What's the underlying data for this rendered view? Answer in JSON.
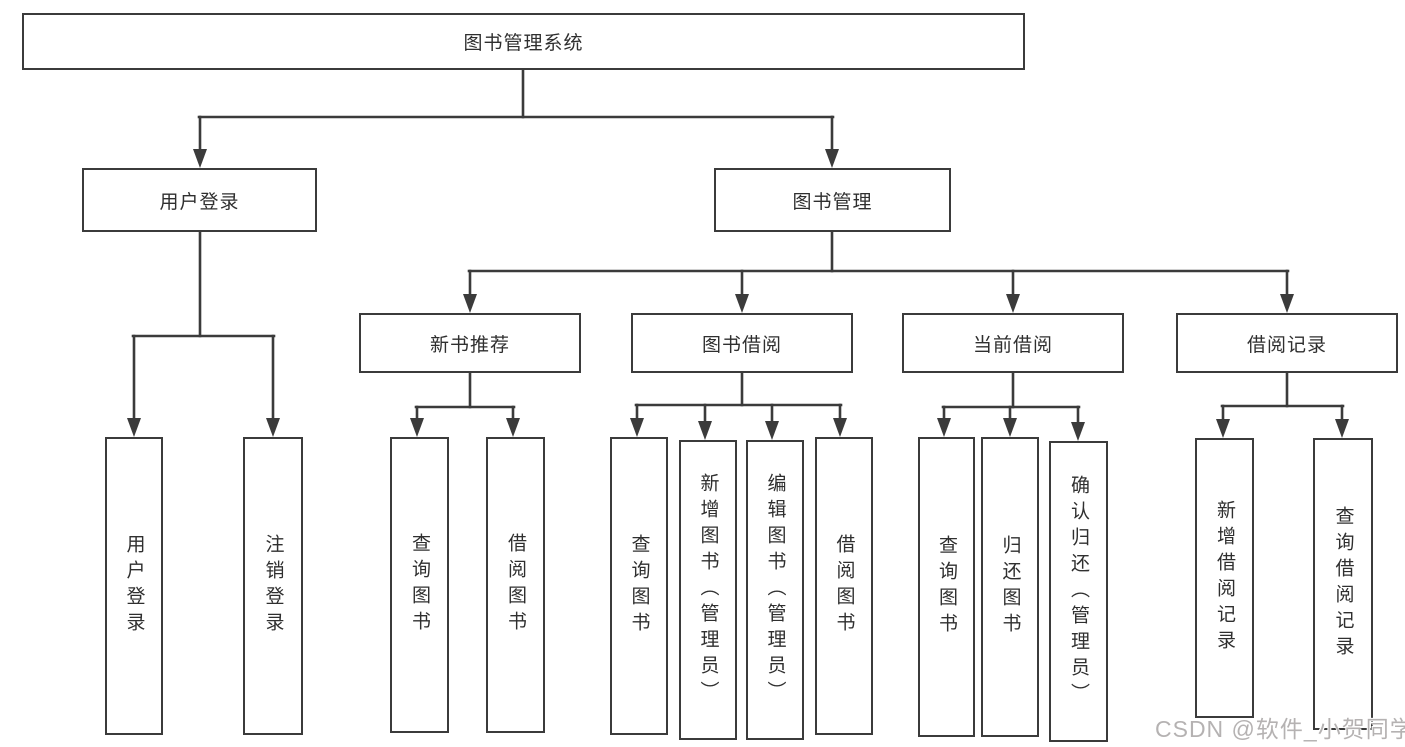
{
  "colors": {
    "line": "#3b3b3b",
    "text": "#2f2f2f",
    "box_bg": "#ffffff",
    "watermark": "#b5b2b2"
  },
  "tree": {
    "label": "图书管理系统",
    "children": [
      {
        "label": "用户登录",
        "children": [
          {
            "label": "用户登录"
          },
          {
            "label": "注销登录"
          }
        ]
      },
      {
        "label": "图书管理",
        "children": [
          {
            "label": "新书推荐",
            "children": [
              {
                "label": "查询图书"
              },
              {
                "label": "借阅图书"
              }
            ]
          },
          {
            "label": "图书借阅",
            "children": [
              {
                "label": "查询图书"
              },
              {
                "label": "新增图书（管理员）"
              },
              {
                "label": "编辑图书（管理员）"
              },
              {
                "label": "借阅图书"
              }
            ]
          },
          {
            "label": "当前借阅",
            "children": [
              {
                "label": "查询图书"
              },
              {
                "label": "归还图书"
              },
              {
                "label": "确认归还（管理员）"
              }
            ]
          },
          {
            "label": "借阅记录",
            "children": [
              {
                "label": "新增借阅记录"
              },
              {
                "label": "查询借阅记录"
              }
            ]
          }
        ]
      }
    ]
  },
  "watermark": "CSDN @软件_小贺同学"
}
